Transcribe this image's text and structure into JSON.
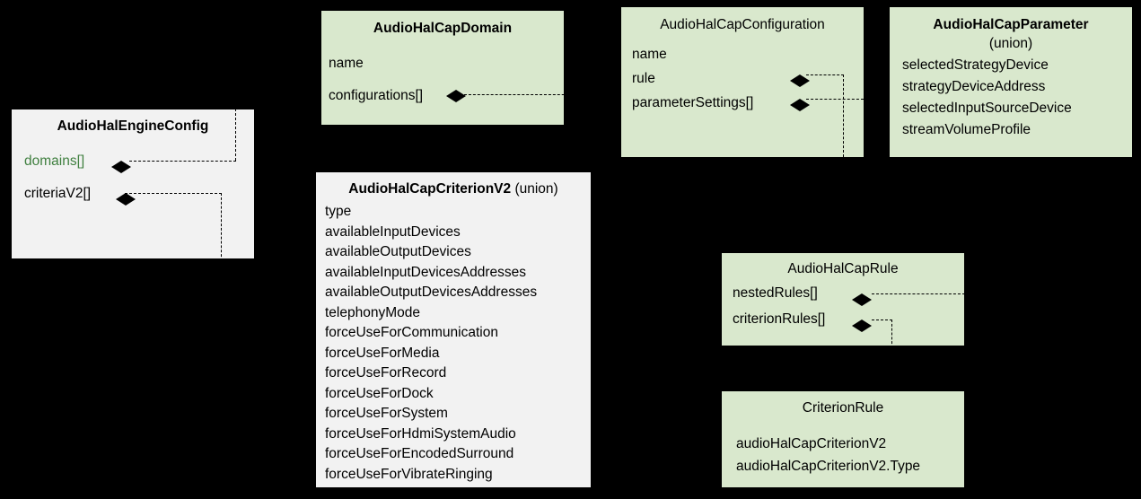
{
  "diagram": {
    "background_color": "#000000",
    "box_fill_green": "#d9e8cd",
    "box_fill_gray": "#f2f2f2",
    "accent_text_green": "#3f7f3f"
  },
  "boxes": {
    "engine_config": {
      "title": "AudioHalEngineConfig",
      "fields": [
        {
          "label": "domains[]",
          "color": "green"
        },
        {
          "label": "criteriaV2[]",
          "color": "black"
        }
      ]
    },
    "cap_domain": {
      "title": "AudioHalCapDomain",
      "fields": [
        {
          "label": "name"
        },
        {
          "label": "configurations[]"
        }
      ]
    },
    "cap_configuration": {
      "title": "AudioHalCapConfiguration",
      "fields": [
        {
          "label": "name"
        },
        {
          "label": "rule"
        },
        {
          "label": "parameterSettings[]"
        }
      ]
    },
    "cap_parameter": {
      "title": "AudioHalCapParameter",
      "subtitle": "(union)",
      "fields": [
        {
          "label": "selectedStrategyDevice"
        },
        {
          "label": "strategyDeviceAddress"
        },
        {
          "label": "selectedInputSourceDevice"
        },
        {
          "label": "streamVolumeProfile"
        }
      ]
    },
    "cap_criterion_v2": {
      "title": "AudioHalCapCriterionV2",
      "title_suffix": "(union)",
      "fields": [
        {
          "label": "type"
        },
        {
          "label": "availableInputDevices"
        },
        {
          "label": "availableOutputDevices"
        },
        {
          "label": "availableInputDevicesAddresses"
        },
        {
          "label": "availableOutputDevicesAddresses"
        },
        {
          "label": "telephonyMode"
        },
        {
          "label": "forceUseForCommunication"
        },
        {
          "label": "forceUseForMedia"
        },
        {
          "label": "forceUseForRecord"
        },
        {
          "label": "forceUseForDock"
        },
        {
          "label": "forceUseForSystem"
        },
        {
          "label": "forceUseForHdmiSystemAudio"
        },
        {
          "label": "forceUseForEncodedSurround"
        },
        {
          "label": "forceUseForVibrateRinging"
        }
      ]
    },
    "cap_rule": {
      "title": "AudioHalCapRule",
      "fields": [
        {
          "label": "nestedRules[]"
        },
        {
          "label": "criterionRules[]"
        }
      ]
    },
    "criterion_rule": {
      "title": "CriterionRule",
      "fields": [
        {
          "label": "audioHalCapCriterionV2"
        },
        {
          "label": "audioHalCapCriterionV2.Type"
        }
      ]
    }
  }
}
